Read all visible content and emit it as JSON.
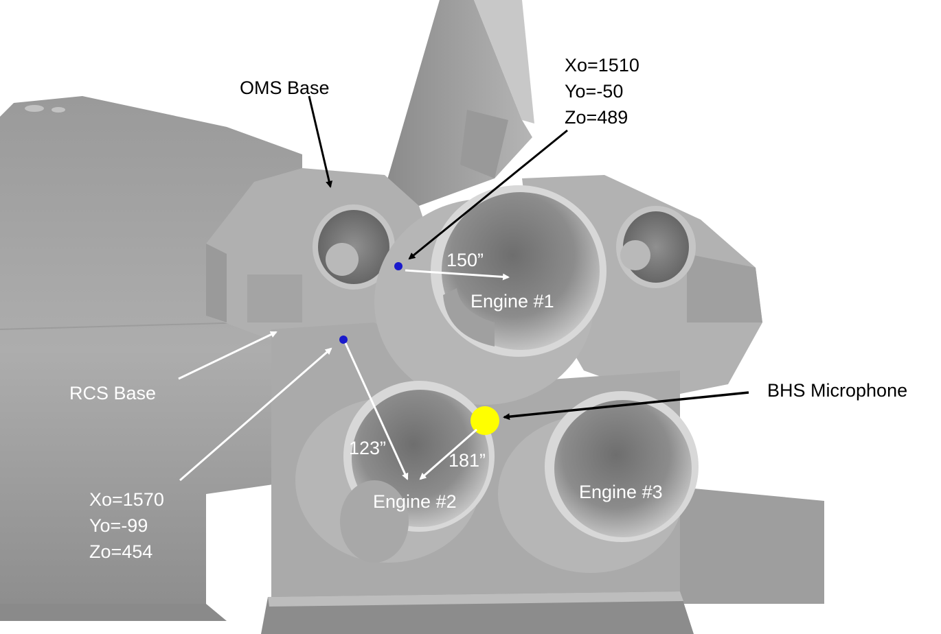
{
  "labels": {
    "oms_base": "OMS Base",
    "rcs_base": "RCS Base",
    "bhs_microphone": "BHS Microphone",
    "engine1": "Engine #1",
    "engine2": "Engine #2",
    "engine3": "Engine #3"
  },
  "point_oms": {
    "xo": "Xo=1510",
    "yo": "Yo=-50",
    "zo": "Zo=489"
  },
  "point_rcs": {
    "xo": "Xo=1570",
    "yo": "Yo=-99",
    "zo": "Zo=454"
  },
  "distances": {
    "oms_to_engine1": "150”",
    "rcs_to_engine2": "123”",
    "mic_to_engine2": "181”"
  },
  "colors": {
    "model": "#a6a6a6",
    "microphone": "#ffff00",
    "point": "#1a1acc"
  }
}
